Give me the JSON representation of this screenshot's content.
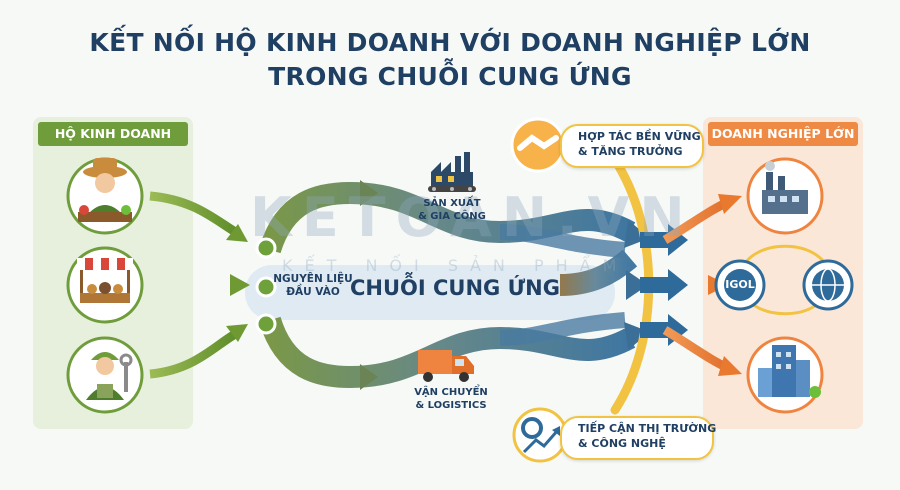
{
  "title": {
    "line1": "KẾT NỐI HỘ KINH DOANH VỚI DOANH NGHIỆP LỚN",
    "line2": "TRONG CHUỖI CUNG ỨNG"
  },
  "left_panel": {
    "heading": "HỘ KINH DOANH"
  },
  "right_panel": {
    "heading": "DOANH NGHIỆP LỚN"
  },
  "center": {
    "main_label": "CHUỖI CUNG ỨNG",
    "input_label_line1": "NGUYÊN LIỆU",
    "input_label_line2": "ĐẦU VÀO"
  },
  "nodes": {
    "production_line1": "SẢN XUẤT",
    "production_line2": "& GIA CÔNG",
    "transport_line1": "VẬN CHUYỂN",
    "transport_line2": "& LOGISTICS"
  },
  "callouts": {
    "top_line1": "HỢP TÁC BỀN VỮNG",
    "top_line2": "& TĂNG TRƯỞNG",
    "bottom_line1": "TIẾP CẬN THỊ TRƯỜNG",
    "bottom_line2": "& CÔNG NGHỆ"
  },
  "global_badge": "IGOL",
  "watermark": {
    "main": "KETOAN.VN",
    "sub": "KẾT NỐI SẢN PHẨM"
  },
  "colors": {
    "title": "#1f3f63",
    "left_panel_bg": "#e7f0dc",
    "left_panel_head": "#6f9d3c",
    "right_panel_bg": "#fbe7d8",
    "right_panel_head": "#ef8a45",
    "arrow_green": "#7a9a3a",
    "arrow_blue": "#2f6b9a",
    "arrow_orange": "#ee8440",
    "gold": "#f2c343"
  }
}
